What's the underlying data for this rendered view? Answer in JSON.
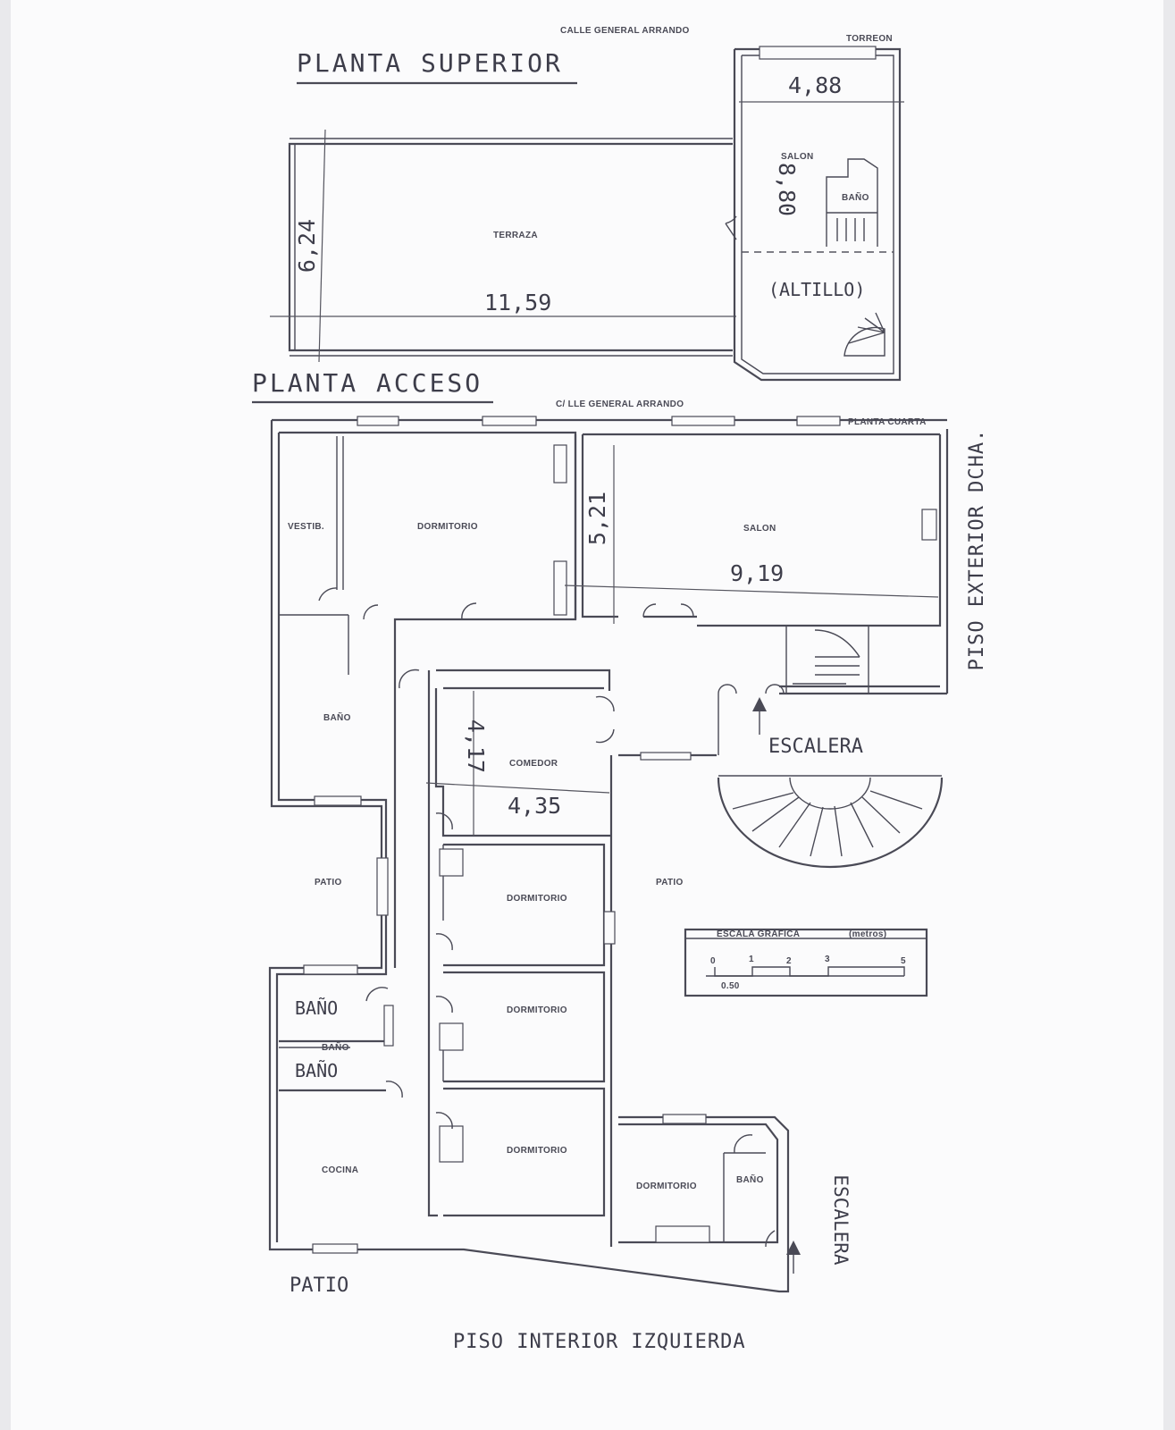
{
  "upper": {
    "title": "PLANTA SUPERIOR",
    "street": "CALLE GENERAL ARRANDO",
    "torreon": "TORREON",
    "terraza": "TERRAZA",
    "salon": "SALON",
    "bano": "BAÑO",
    "altillo": "(ALTILLO)",
    "dim_width_terraza": "11,59",
    "dim_depth_terraza": "6,24",
    "dim_width_torreon": "4,88",
    "dim_depth_torreon": "8,80"
  },
  "access": {
    "title": "PLANTA ACCESO",
    "street": "C/ LLE GENERAL ARRANDO",
    "planta": "PLANTA CUARTA",
    "vestib": "VESTIB.",
    "dormitorio": "DORMITORIO",
    "salon": "SALON",
    "bano": "BAÑO",
    "comedor": "COMEDOR",
    "patio": "PATIO",
    "cocina": "COCINA",
    "bano_big": "BAÑO",
    "patio_big": "PATIO",
    "escalera": "ESCALERA",
    "dim_salon_w": "9,19",
    "dim_salon_d": "5,21",
    "dim_comedor_w": "4,35",
    "dim_comedor_d": "4,17",
    "exterior_label": "PISO EXTERIOR DCHA.",
    "interior_label": "PISO INTERIOR IZQUIERDA"
  },
  "scale": {
    "title": "ESCALA GRAFICA",
    "unit": "(metros)",
    "ticks": [
      "0",
      "1",
      "2",
      "3",
      "5"
    ],
    "half": "0.50"
  }
}
